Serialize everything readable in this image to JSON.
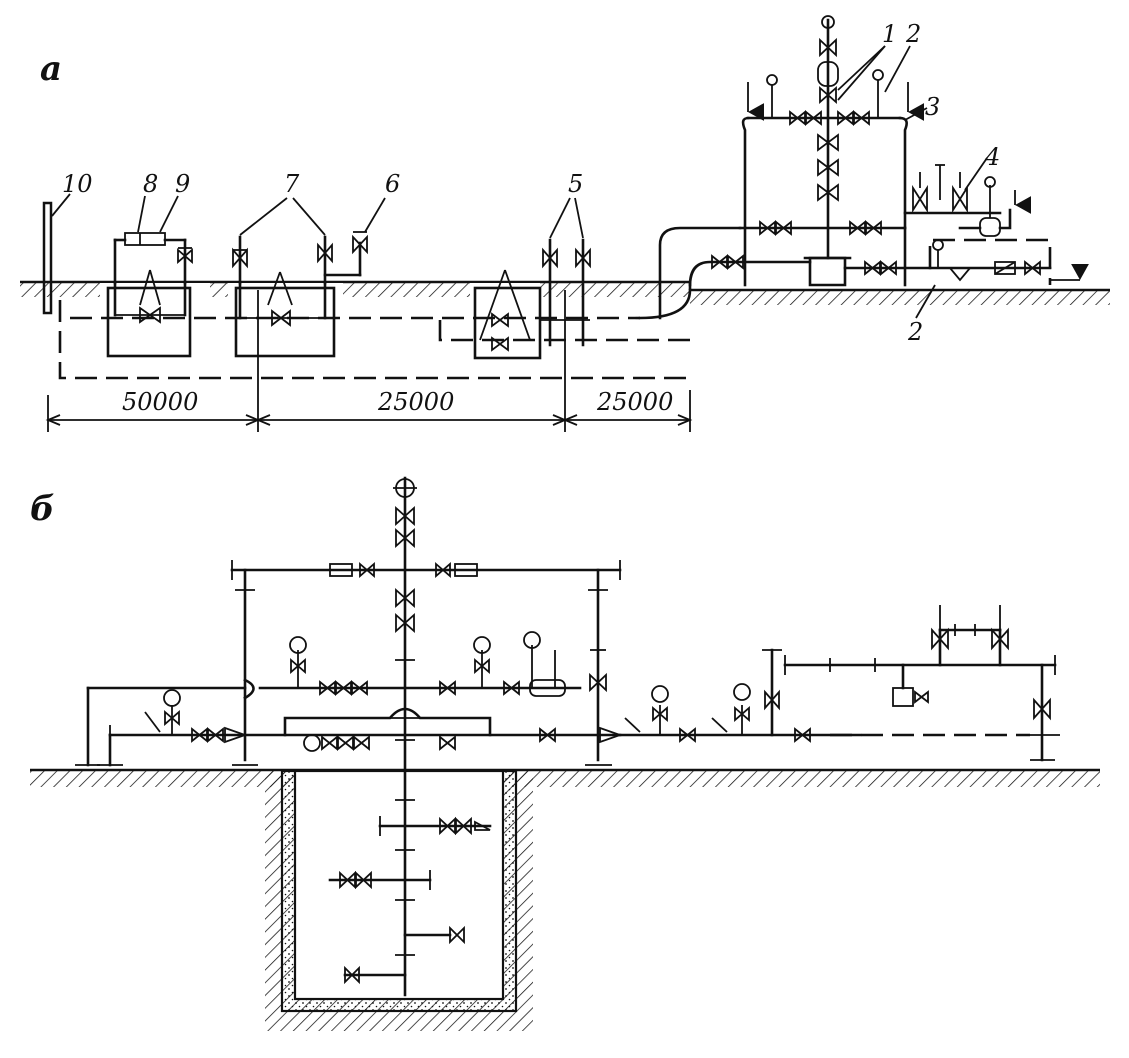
{
  "panels": {
    "a": {
      "label": "а"
    },
    "b": {
      "label": "б"
    }
  },
  "callouts": [
    {
      "id": "c1",
      "text": "1"
    },
    {
      "id": "c2",
      "text": "2"
    },
    {
      "id": "c3",
      "text": "3"
    },
    {
      "id": "c4",
      "text": "4"
    },
    {
      "id": "c5",
      "text": "5"
    },
    {
      "id": "c6",
      "text": "6"
    },
    {
      "id": "c7",
      "text": "7"
    },
    {
      "id": "c8",
      "text": "8"
    },
    {
      "id": "c9",
      "text": "9"
    },
    {
      "id": "c10",
      "text": "10"
    },
    {
      "id": "c2b",
      "text": "2"
    }
  ],
  "dimensions": [
    {
      "id": "d1",
      "text": "50000"
    },
    {
      "id": "d2",
      "text": "25000"
    },
    {
      "id": "d3",
      "text": "25000"
    }
  ],
  "colors": {
    "ink": "#111111",
    "paper": "#ffffff"
  }
}
